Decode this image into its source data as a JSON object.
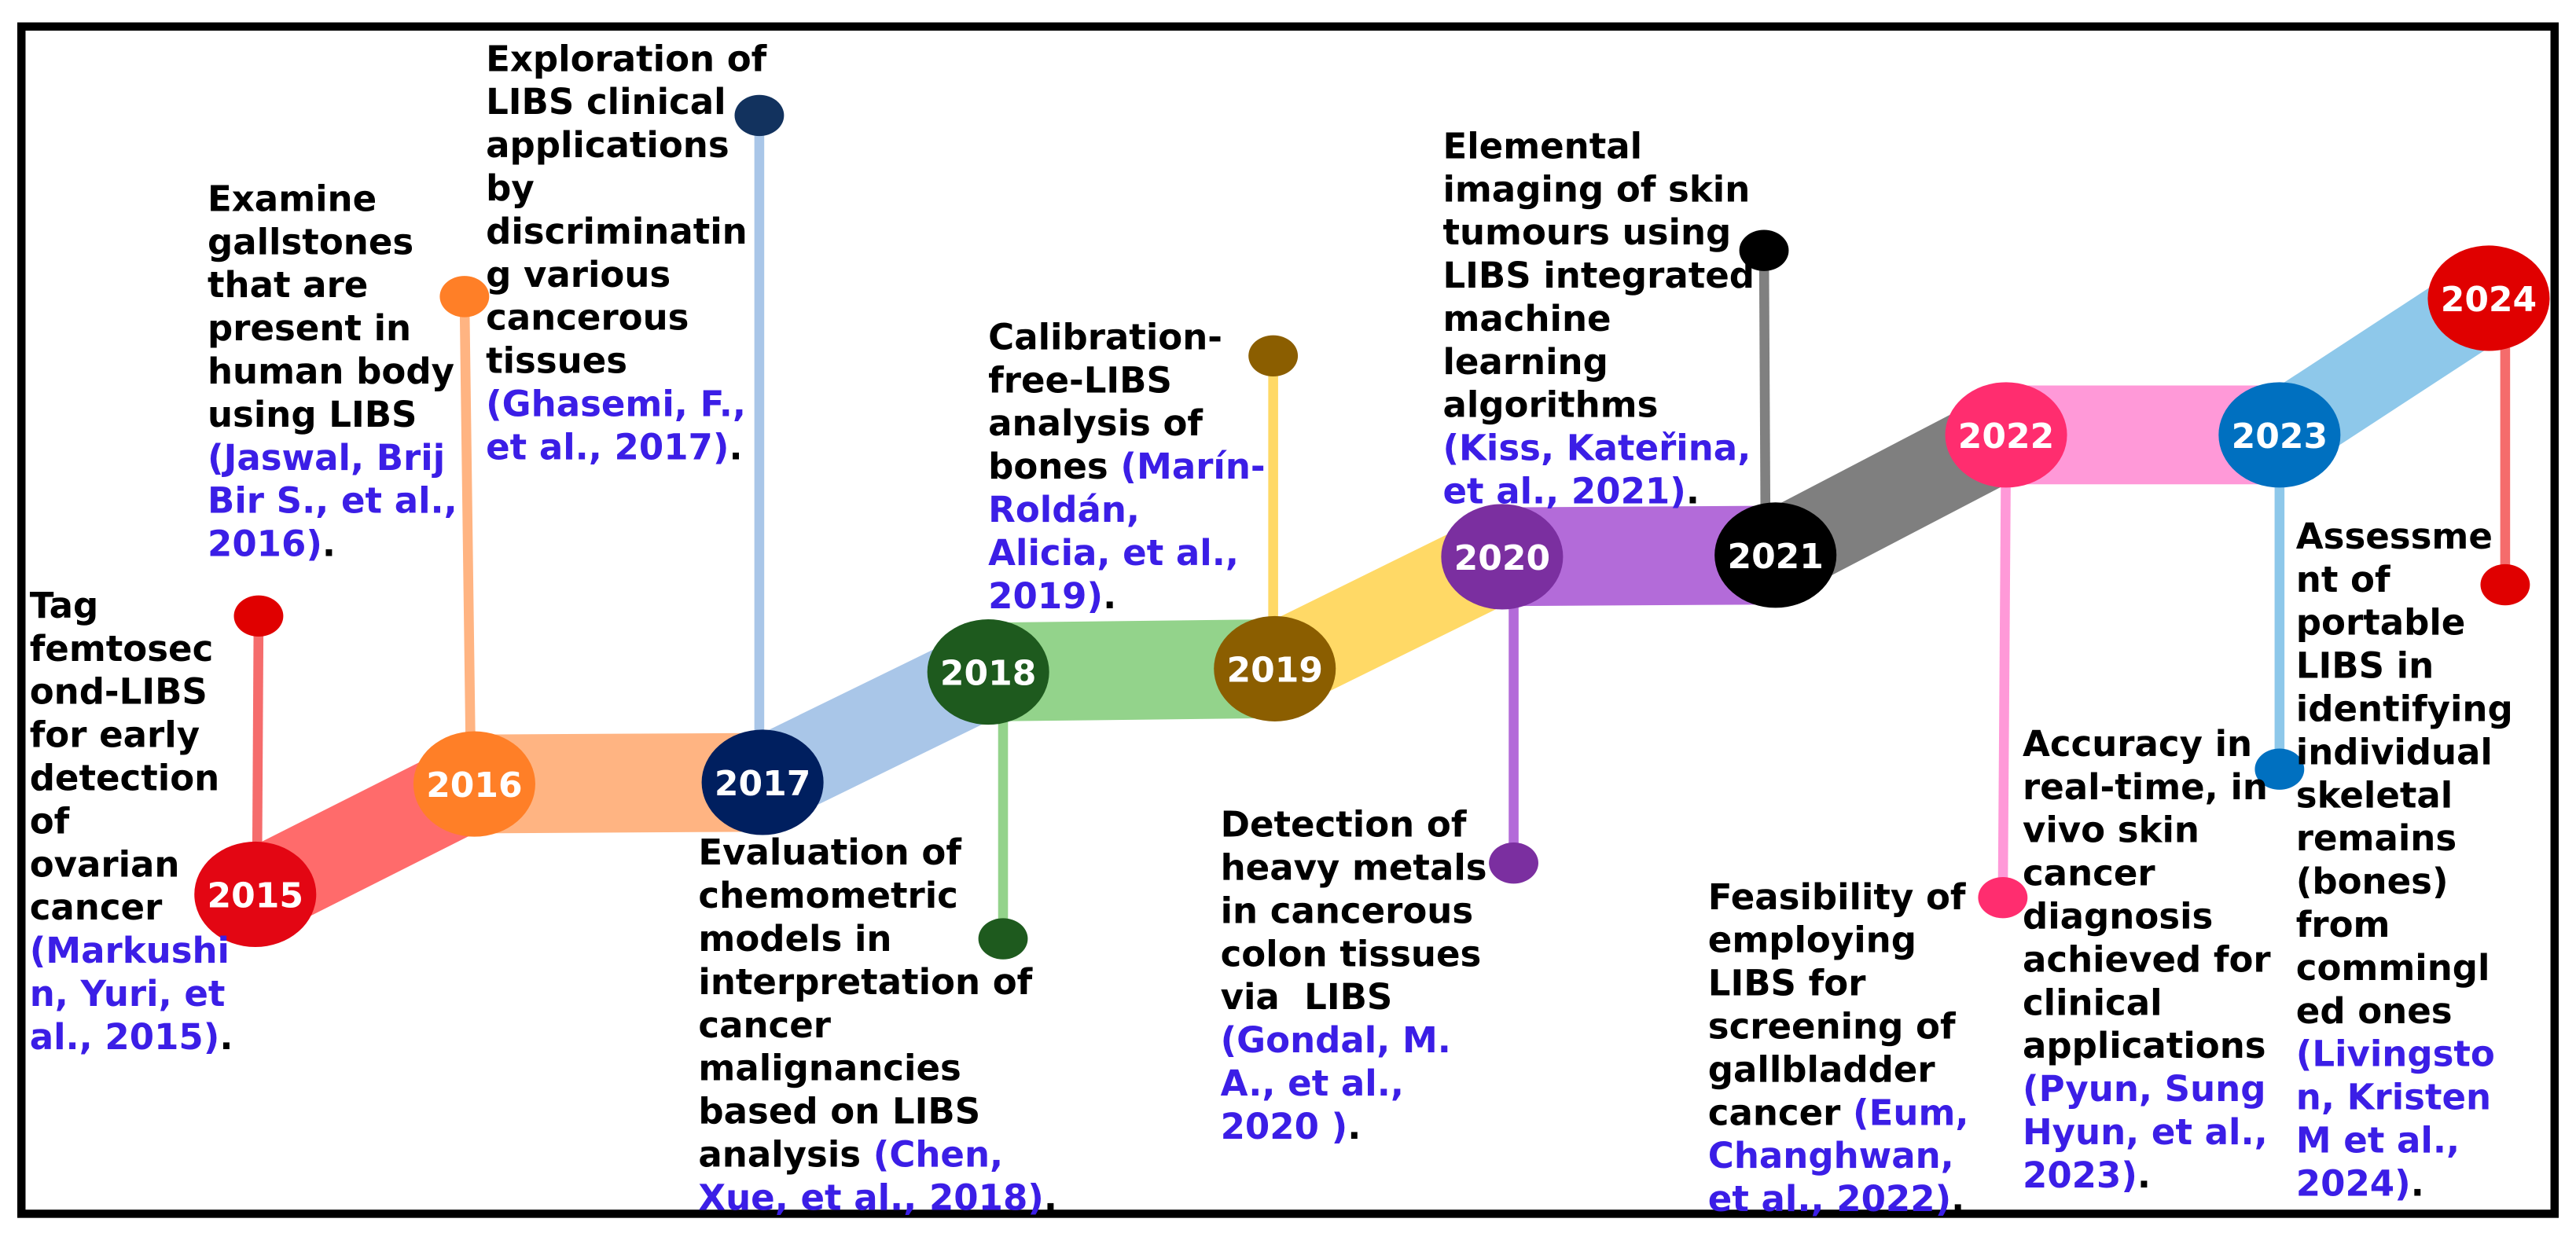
{
  "style": {
    "border_color": "#000000",
    "text_color": "#000000",
    "citation_color": "#3b1ee6",
    "year_label_color": "#ffffff"
  },
  "events": [
    {
      "year": "2015",
      "node_color": "#e30613",
      "ribbon_color": "#ff6b6b",
      "stem_color": "#f56c6c",
      "head_color": "#e00000",
      "description": [
        [
          {
            "text": "Tag"
          }
        ],
        [
          {
            "text": "femtosec"
          }
        ],
        [
          {
            "text": "ond-LIBS"
          }
        ],
        [
          {
            "text": "for early"
          }
        ],
        [
          {
            "text": "detection"
          }
        ],
        [
          {
            "text": "of"
          }
        ],
        [
          {
            "text": "ovarian"
          }
        ],
        [
          {
            "text": "cancer"
          }
        ],
        [
          {
            "text": "(Markushi",
            "cite": true
          }
        ],
        [
          {
            "text": "n, Yuri, et",
            "cite": true
          }
        ],
        [
          {
            "text": "al., 2015)",
            "cite": true
          },
          {
            "text": "."
          }
        ]
      ]
    },
    {
      "year": "2016",
      "node_color": "#ff7f27",
      "ribbon_color": "#ffb482",
      "stem_color": "#ffb482",
      "head_color": "#ff7f27",
      "description": [
        [
          {
            "text": "Examine"
          }
        ],
        [
          {
            "text": "gallstones"
          }
        ],
        [
          {
            "text": "that are"
          }
        ],
        [
          {
            "text": "present in"
          }
        ],
        [
          {
            "text": "human body"
          }
        ],
        [
          {
            "text": "using LIBS"
          }
        ],
        [
          {
            "text": "(Jaswal, Brij",
            "cite": true
          }
        ],
        [
          {
            "text": "Bir S., et al.,",
            "cite": true
          }
        ],
        [
          {
            "text": "2016)",
            "cite": true
          },
          {
            "text": "."
          }
        ]
      ]
    },
    {
      "year": "2017",
      "node_color": "#001f5f",
      "ribbon_color": "#a9c6e8",
      "stem_color": "#a9c6e8",
      "head_color": "#12325e",
      "description": [
        [
          {
            "text": "Exploration of"
          }
        ],
        [
          {
            "text": "LIBS clinical"
          }
        ],
        [
          {
            "text": "applications"
          }
        ],
        [
          {
            "text": "by"
          }
        ],
        [
          {
            "text": "discriminatin"
          }
        ],
        [
          {
            "text": "g various"
          }
        ],
        [
          {
            "text": "cancerous"
          }
        ],
        [
          {
            "text": "tissues"
          }
        ],
        [
          {
            "text": "(Ghasemi, F.,",
            "cite": true
          }
        ],
        [
          {
            "text": "et al., 2017)",
            "cite": true
          },
          {
            "text": "."
          }
        ]
      ]
    },
    {
      "year": "2018",
      "node_color": "#1e5a1e",
      "ribbon_color": "#93d38b",
      "stem_color": "#93d38b",
      "head_color": "#1e5a1e",
      "description": [
        [
          {
            "text": "Evaluation of"
          }
        ],
        [
          {
            "text": "chemometric"
          }
        ],
        [
          {
            "text": "models in"
          }
        ],
        [
          {
            "text": "interpretation of"
          }
        ],
        [
          {
            "text": "cancer"
          }
        ],
        [
          {
            "text": "malignancies"
          }
        ],
        [
          {
            "text": "based on LIBS"
          }
        ],
        [
          {
            "text": "analysis "
          },
          {
            "text": "(Chen,",
            "cite": true
          }
        ],
        [
          {
            "text": "Xue, et al., 2018)",
            "cite": true
          },
          {
            "text": "."
          }
        ]
      ]
    },
    {
      "year": "2019",
      "node_color": "#8b5e00",
      "ribbon_color": "#ffd966",
      "stem_color": "#ffd966",
      "head_color": "#8b5e00",
      "description": [
        [
          {
            "text": "Calibration-"
          }
        ],
        [
          {
            "text": "free-LIBS"
          }
        ],
        [
          {
            "text": "analysis of"
          }
        ],
        [
          {
            "text": "bones "
          },
          {
            "text": "(Marín-",
            "cite": true
          }
        ],
        [
          {
            "text": "Roldán,",
            "cite": true
          }
        ],
        [
          {
            "text": "Alicia, et al.,",
            "cite": true
          }
        ],
        [
          {
            "text": "2019)",
            "cite": true
          },
          {
            "text": "."
          }
        ]
      ]
    },
    {
      "year": "2020",
      "node_color": "#7b2fa0",
      "ribbon_color": "#b36bd9",
      "stem_color": "#b36bd9",
      "head_color": "#7b2fa0",
      "description": [
        [
          {
            "text": "Detection of"
          }
        ],
        [
          {
            "text": "heavy metals"
          }
        ],
        [
          {
            "text": "in cancerous"
          }
        ],
        [
          {
            "text": "colon tissues"
          }
        ],
        [
          {
            "text": "via  LIBS"
          }
        ],
        [
          {
            "text": "(Gondal, M.",
            "cite": true
          }
        ],
        [
          {
            "text": "A., et al.,",
            "cite": true
          }
        ],
        [
          {
            "text": "2020 )",
            "cite": true
          },
          {
            "text": "."
          }
        ]
      ]
    },
    {
      "year": "2021",
      "node_color": "#000000",
      "ribbon_color": "#7f7f7f",
      "stem_color": "#808080",
      "head_color": "#000000",
      "description": [
        [
          {
            "text": "Elemental"
          }
        ],
        [
          {
            "text": "imaging of skin"
          }
        ],
        [
          {
            "text": "tumours using"
          }
        ],
        [
          {
            "text": "LIBS integrated"
          }
        ],
        [
          {
            "text": "machine"
          }
        ],
        [
          {
            "text": "learning"
          }
        ],
        [
          {
            "text": "algorithms"
          }
        ],
        [
          {
            "text": "(Kiss, Kateřina,",
            "cite": true
          }
        ],
        [
          {
            "text": "et al., 2021)",
            "cite": true
          },
          {
            "text": "."
          }
        ]
      ]
    },
    {
      "year": "2022",
      "node_color": "#ff2d6f",
      "ribbon_color": "#ff99d8",
      "stem_color": "#ff99d8",
      "head_color": "#ff2d6f",
      "description": [
        [
          {
            "text": "Feasibility of"
          }
        ],
        [
          {
            "text": "employing"
          }
        ],
        [
          {
            "text": "LIBS for"
          }
        ],
        [
          {
            "text": "screening of"
          }
        ],
        [
          {
            "text": "gallbladder"
          }
        ],
        [
          {
            "text": "cancer "
          },
          {
            "text": "(Eum,",
            "cite": true
          }
        ],
        [
          {
            "text": "Changhwan,",
            "cite": true
          }
        ],
        [
          {
            "text": "et al., 2022)",
            "cite": true
          },
          {
            "text": "."
          }
        ]
      ]
    },
    {
      "year": "2023",
      "node_color": "#0070c0",
      "ribbon_color": "#8ec8ea",
      "stem_color": "#8ec8ea",
      "head_color": "#0070c0",
      "description": [
        [
          {
            "text": "Accuracy in"
          }
        ],
        [
          {
            "text": "real-time, in"
          }
        ],
        [
          {
            "text": "vivo skin"
          }
        ],
        [
          {
            "text": "cancer"
          }
        ],
        [
          {
            "text": "diagnosis"
          }
        ],
        [
          {
            "text": "achieved for"
          }
        ],
        [
          {
            "text": "clinical"
          }
        ],
        [
          {
            "text": "applications"
          }
        ],
        [
          {
            "text": "(Pyun, Sung",
            "cite": true
          }
        ],
        [
          {
            "text": "Hyun, et al.,",
            "cite": true
          }
        ],
        [
          {
            "text": "2023)",
            "cite": true
          },
          {
            "text": "."
          }
        ]
      ]
    },
    {
      "year": "2024",
      "node_color": "#e00000",
      "stem_color": "#f56c6c",
      "head_color": "#e00000",
      "description": [
        [
          {
            "text": "Assessme"
          }
        ],
        [
          {
            "text": "nt of"
          }
        ],
        [
          {
            "text": "portable"
          }
        ],
        [
          {
            "text": "LIBS in"
          }
        ],
        [
          {
            "text": "identifying"
          }
        ],
        [
          {
            "text": "individual"
          }
        ],
        [
          {
            "text": "skeletal"
          }
        ],
        [
          {
            "text": "remains"
          }
        ],
        [
          {
            "text": "(bones)"
          }
        ],
        [
          {
            "text": "from"
          }
        ],
        [
          {
            "text": "commingl"
          }
        ],
        [
          {
            "text": "ed ones"
          }
        ],
        [
          {
            "text": "(Livingsto",
            "cite": true
          }
        ],
        [
          {
            "text": "n, Kristen",
            "cite": true
          }
        ],
        [
          {
            "text": "M et al.,",
            "cite": true
          }
        ],
        [
          {
            "text": "2024)",
            "cite": true
          },
          {
            "text": "."
          }
        ]
      ]
    }
  ]
}
